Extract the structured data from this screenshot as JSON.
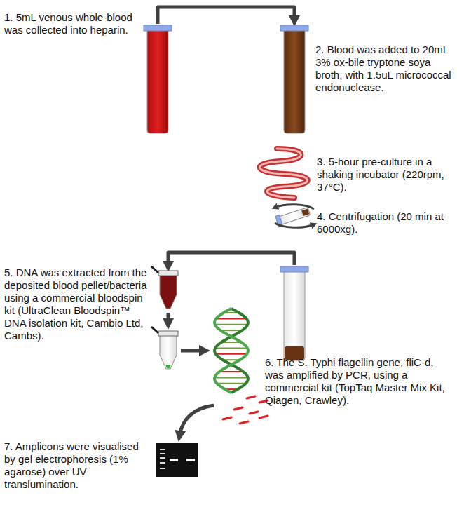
{
  "diagram": {
    "labels": [
      "1. 5mL venous whole-blood was collected into heparin.",
      "2. Blood was added to 20mL 3% ox-bile tryptone soya broth, with 1.5uL micrococcal endonuclease.",
      "3. 5-hour pre-culture in a shaking incubator (220rpm, 37°C).",
      "4. Centrifugation (20 min at 6000xg).",
      "5. DNA was extracted from the deposited blood pellet/bacteria using a commercial bloodspin kit (UltraClean Bloodspin™ DNA isolation kit, Cambio Ltd, Cambs).",
      "6. The S. Typhi flagellin gene, fliC-d, was amplified by PCR, using a commercial kit (TopTaq Master Mix Kit, Qiagen, Crawley).",
      "7. Amplicons were visualised by gel electrophoresis (1% agarose) over UV translumination."
    ]
  }
}
